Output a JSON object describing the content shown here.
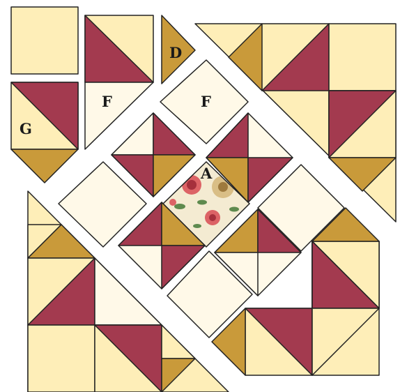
{
  "colors": {
    "yellow": "#FEEEB8",
    "cream": "#FFF9E8",
    "red": "#A33A4F",
    "gold": "#C99A3A",
    "stroke": "#222222"
  },
  "labels": {
    "g": "G",
    "f_left": "F",
    "d": "D",
    "f_center": "F",
    "a": "A"
  },
  "floral": {
    "background": "#F4EBD2",
    "rose_color": "#D9545A",
    "peony_color": "#D9BE86",
    "leaf_color": "#5E8A4E"
  }
}
